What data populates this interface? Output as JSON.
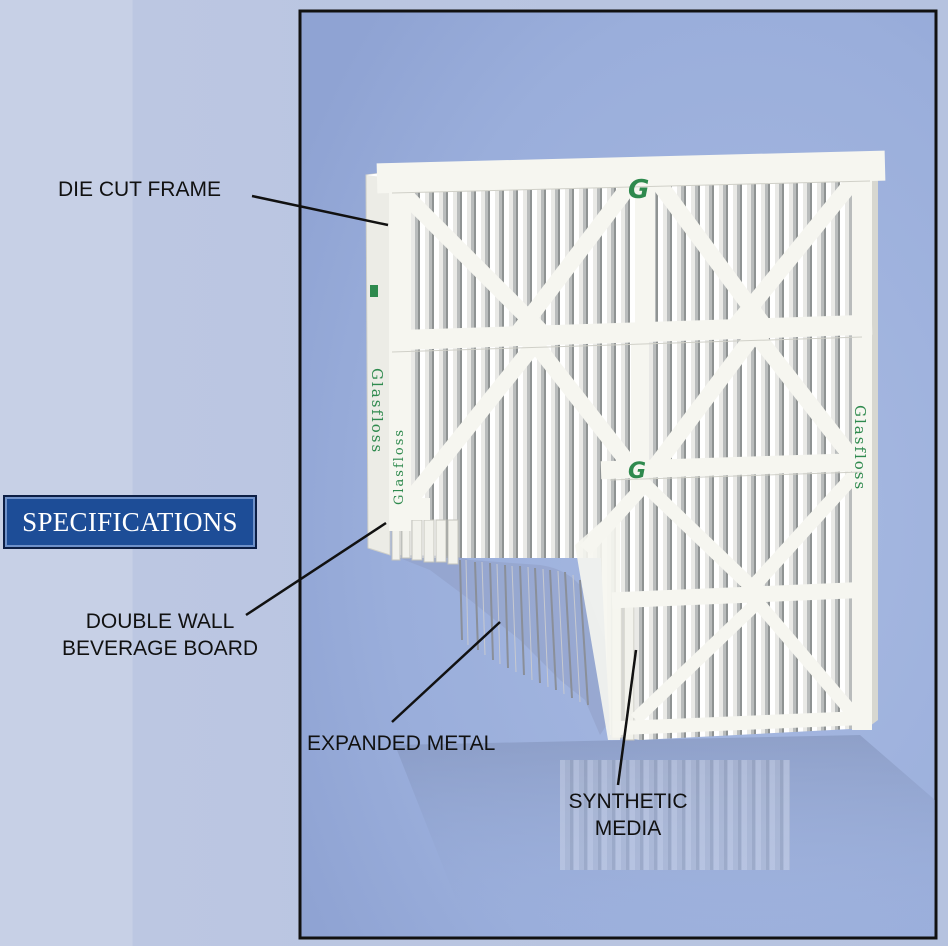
{
  "heading": "SPECIFICATIONS",
  "callouts": {
    "die_cut_frame": "DIE CUT FRAME",
    "double_wall_line1": "DOUBLE WALL",
    "double_wall_line2": "BEVERAGE BOARD",
    "expanded_metal": "EXPANDED METAL",
    "synthetic_line1": "SYNTHETIC",
    "synthetic_line2": "MEDIA"
  },
  "brand": {
    "logo_letter": "G",
    "wordmark": "Glasfloss"
  },
  "colors": {
    "page_bg_light": "#c3cde4",
    "panel_bg": "#9fb2dc",
    "frame_white": "#f4f4ef",
    "heading_box": "#1d4d97",
    "brand_green": "#2f8a4e"
  }
}
